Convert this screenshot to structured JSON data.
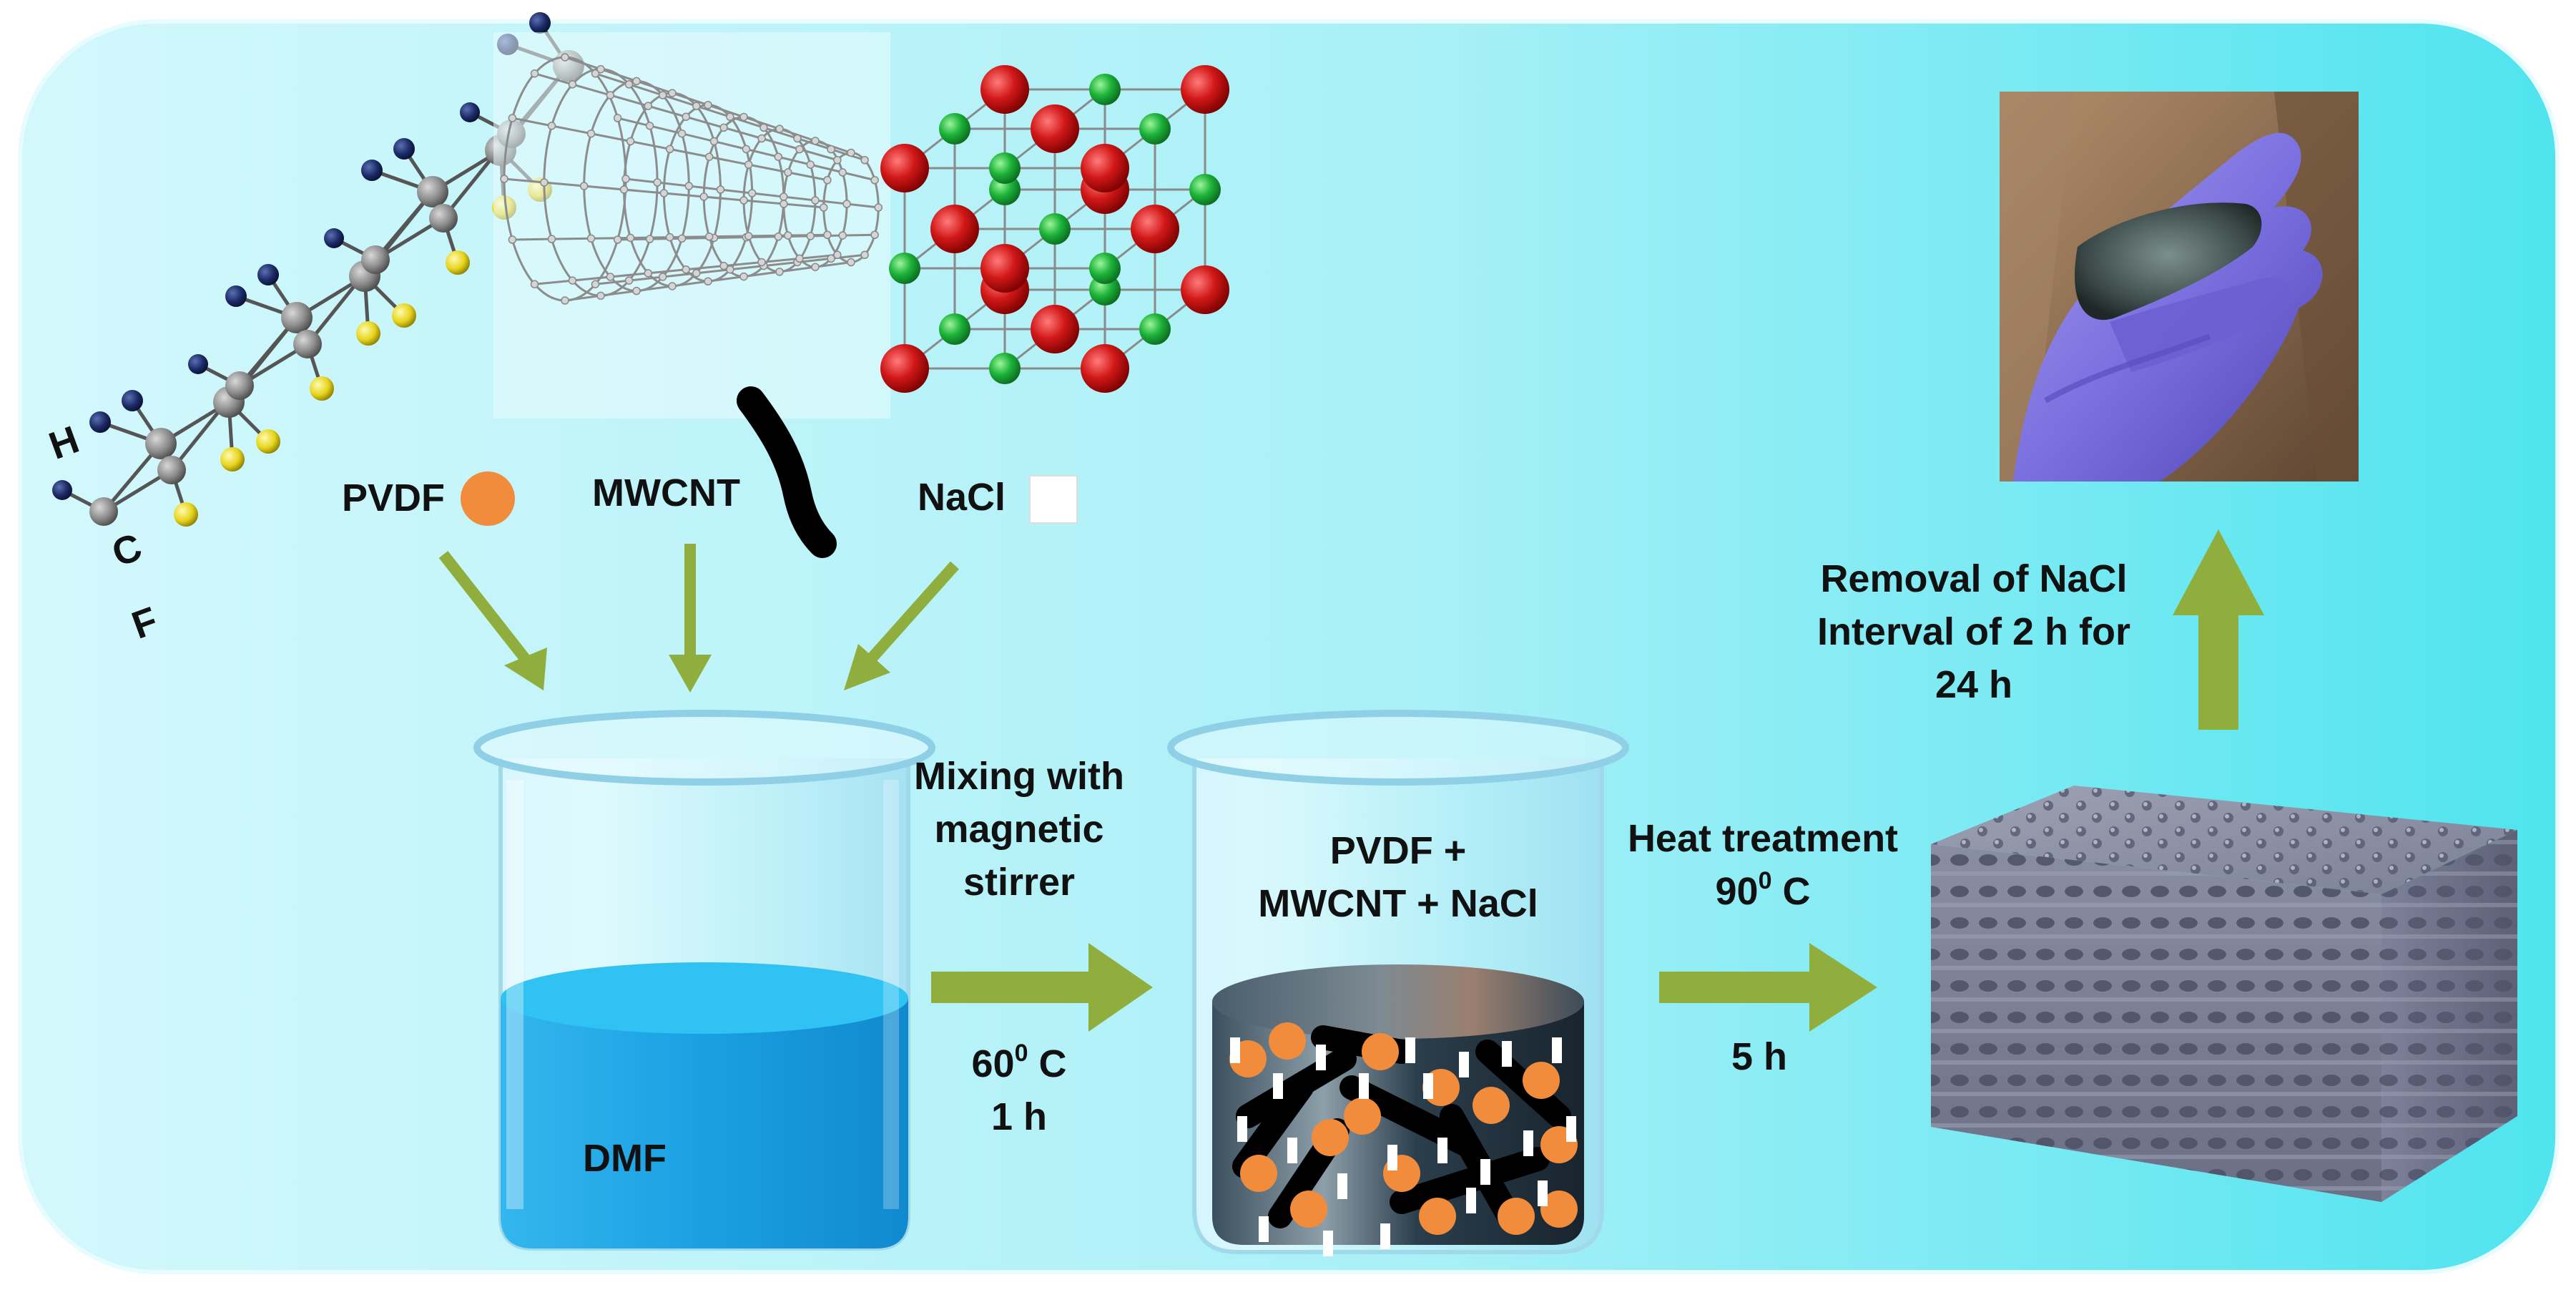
{
  "colors": {
    "arrow": "#8fae3e",
    "pvdf_dot": "#f08c3c",
    "nacl_square": "#ffffff",
    "dmf_liquid": "#1aa7e4",
    "background_left": "#c8f6fb",
    "background_right": "#52e6f0"
  },
  "molecule_labels": {
    "h": "H",
    "c": "C",
    "f": "F"
  },
  "components": {
    "pvdf": "PVDF",
    "mwcnt": "MWCNT",
    "nacl": "NaCl"
  },
  "beaker1": {
    "label": "DMF"
  },
  "beaker2": {
    "line1": "PVDF +",
    "line2": "MWCNT + NaCl"
  },
  "step1": {
    "line1": "Mixing with",
    "line2": "magnetic",
    "line3": "stirrer",
    "temp_value": "60",
    "temp_sup": "0",
    "temp_unit": " C",
    "time": "1 h"
  },
  "step2": {
    "line1": "Heat treatment",
    "temp_value": "90",
    "temp_sup": "0",
    "temp_unit": " C",
    "time": "5 h"
  },
  "step3": {
    "line1": "Removal of NaCl",
    "line2": "Interval of 2 h for",
    "line3": "24 h"
  },
  "icons": {
    "pvdf_molecule": "pvdf-molecule-icon",
    "nanotube": "carbon-nanotube-icon",
    "nacl_lattice": "nacl-crystal-lattice-icon",
    "beaker": "beaker-icon",
    "porous_block": "porous-foam-block-icon",
    "photo": "gloved-hand-sample-photo"
  }
}
